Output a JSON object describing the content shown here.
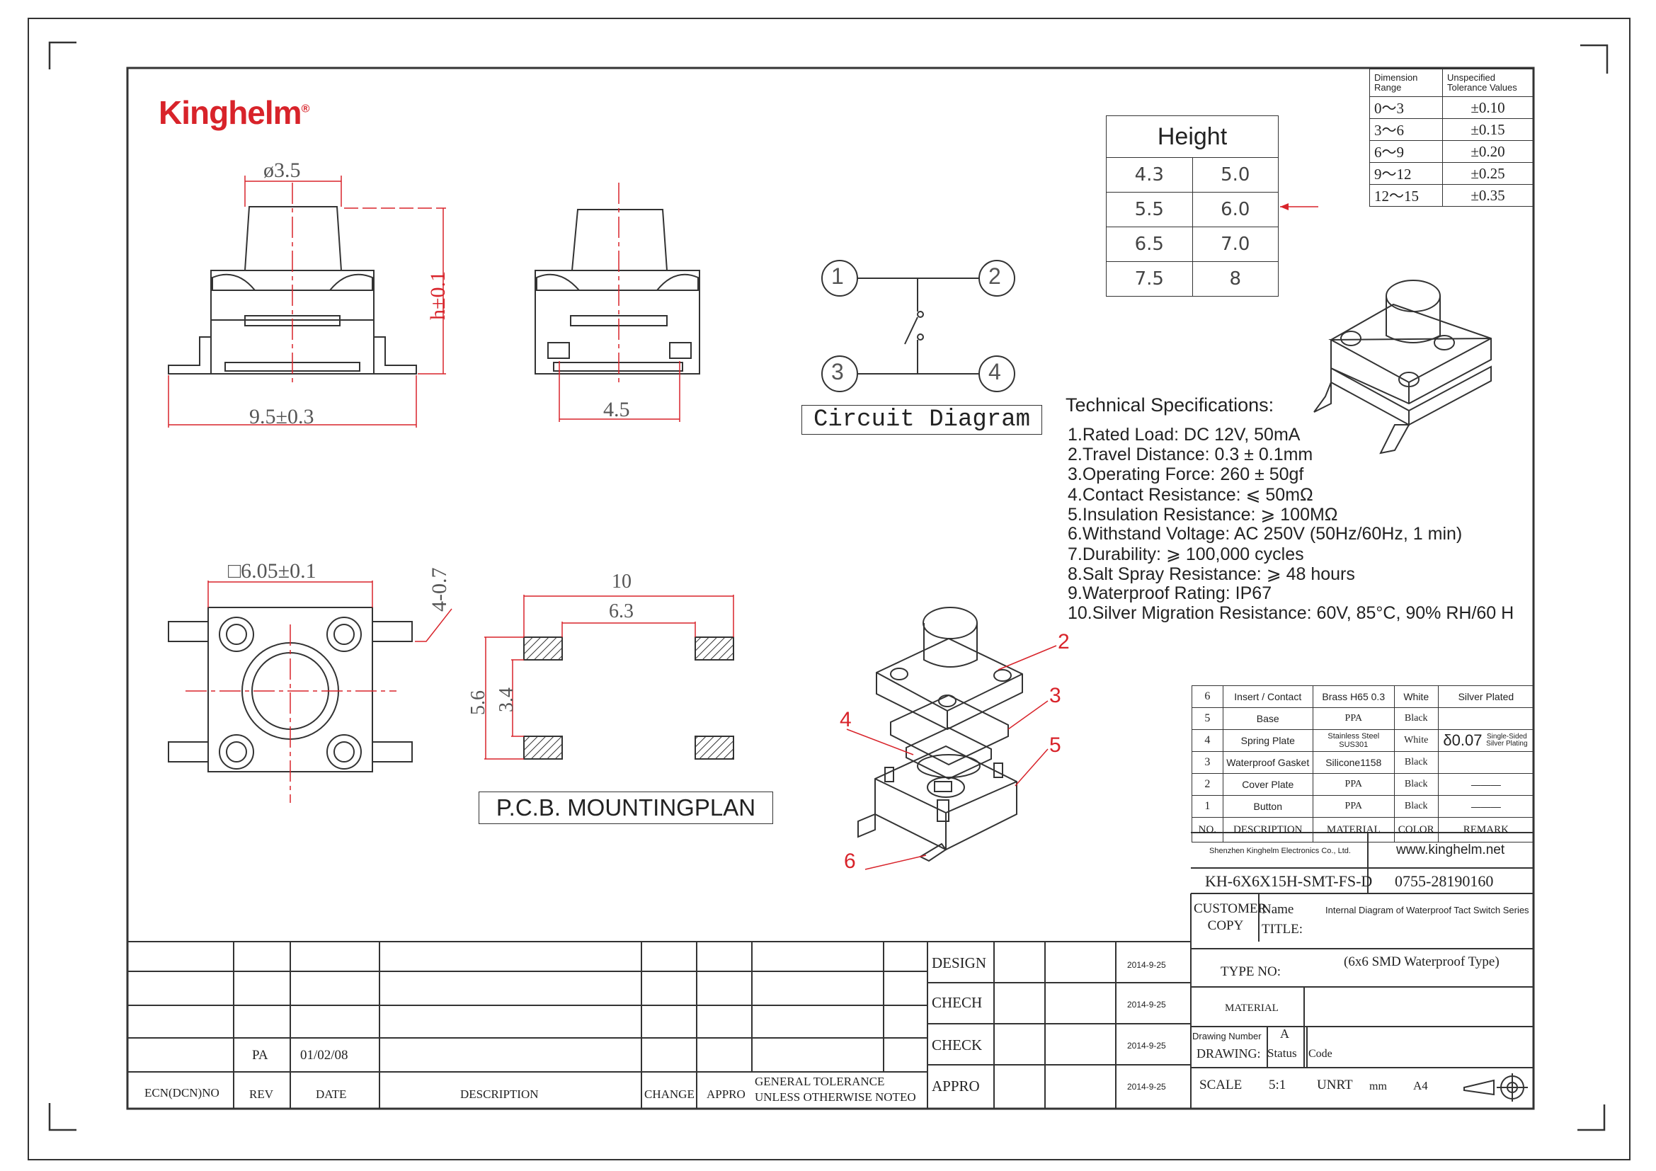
{
  "logo": {
    "name": "Kinghelm",
    "mark": "®"
  },
  "views": {
    "side_front": {
      "dia": "ø3.5",
      "height_dim": "h±0.1",
      "width_dim": "9.5±0.3"
    },
    "side_back": {
      "width_dim": "4.5"
    },
    "top": {
      "square_dim": "□6.05±0.1",
      "hole_dim": "4-0.7"
    }
  },
  "circuit": {
    "pins": [
      "1",
      "2",
      "3",
      "4"
    ],
    "label": "Circuit  Diagram"
  },
  "pcb": {
    "w_outer": "10",
    "w_inner": "6.3",
    "h_outer": "5.6",
    "h_inner": "3.4",
    "label": "P.C.B. MOUNTINGPLAN"
  },
  "height_table": {
    "title": "Height",
    "rows": [
      [
        "4.3",
        "5.0"
      ],
      [
        "5.5",
        "6.0"
      ],
      [
        "6.5",
        "7.0"
      ],
      [
        "7.5",
        "8"
      ]
    ]
  },
  "tolerance_table": {
    "headers": [
      "Dimension Range",
      "Unspecified Tolerance Values"
    ],
    "rows": [
      [
        "0～3",
        "±0.10"
      ],
      [
        "3～6",
        "±0.15"
      ],
      [
        "6～9",
        "±0.20"
      ],
      [
        "9～12",
        "±0.25"
      ],
      [
        "12～15",
        "±0.35"
      ]
    ]
  },
  "specs": {
    "title": "Technical Specifications:",
    "items": [
      "1.Rated Load: DC 12V, 50mA",
      "2.Travel Distance: 0.3 ± 0.1mm",
      "3.Operating Force: 260 ± 50gf",
      "4.Contact Resistance: ⩽ 50mΩ",
      "5.Insulation Resistance: ⩾ 100MΩ",
      "6.Withstand Voltage: AC 250V (50Hz/60Hz, 1 min)",
      "7.Durability: ⩾ 100,000 cycles",
      "8.Salt Spray Resistance: ⩾ 48 hours",
      "9.Waterproof Rating: IP67",
      "10.Silver Migration Resistance: 60V, 85°C, 90% RH/60 H"
    ]
  },
  "exploded_labels": [
    "2",
    "3",
    "4",
    "5",
    "6"
  ],
  "bom": {
    "rows": [
      {
        "no": "6",
        "desc": "Insert / Contact",
        "mat": "Brass H65 0.3",
        "color": "White",
        "remark": "Silver Plated"
      },
      {
        "no": "5",
        "desc": "Base",
        "mat": "PPA",
        "color": "Black",
        "remark": ""
      },
      {
        "no": "4",
        "desc": "Spring Plate",
        "mat": "Stainless Steel SUS301",
        "color": "White",
        "remark": "δ0.07",
        "remark_note": "Single-Sided Silver Plating"
      },
      {
        "no": "3",
        "desc": "Waterproof Gasket",
        "mat": "Silicone1158",
        "color": "Black",
        "remark": ""
      },
      {
        "no": "2",
        "desc": "Cover Plate",
        "mat": "PPA",
        "color": "Black",
        "remark": "———"
      },
      {
        "no": "1",
        "desc": "Button",
        "mat": "PPA",
        "color": "Black",
        "remark": "———"
      }
    ],
    "headers": [
      "NO.",
      "DESCRIPTION",
      "MATERIAL",
      "COLOR",
      "REMARK"
    ]
  },
  "title_block": {
    "company": "Shenzhen Kinghelm Electronics Co., Ltd.",
    "website": "www.kinghelm.net",
    "part_no": "KH-6X6X15H-SMT-FS-D",
    "phone": "0755-28190160",
    "customer_copy": "CUSTOMER COPY",
    "name_label": "Name",
    "title_label": "TITLE:",
    "title_value": "Internal Diagram of Waterproof Tact Switch Series",
    "type_label": "TYPE  NO:",
    "type_value": "(6x6 SMD Waterproof Type)",
    "material_label": "MATERIAL",
    "drawing_number_label": "Drawing Number",
    "drawing_label": "DRAWING:",
    "status_label": "Status",
    "status_value": "A",
    "code_label": "Code",
    "scale_label": "SCALE",
    "scale_value": "5:1",
    "unit_label": "UNRT",
    "unit_value": "mm",
    "size_value": "A4",
    "roles": [
      "DESIGN",
      "CHECH",
      "CHECK",
      "APPRO"
    ],
    "dates": [
      "2014-9-25",
      "2014-9-25",
      "2014-9-25",
      "2014-9-25"
    ]
  },
  "revision_block": {
    "rev_value": "PA",
    "date_value": "01/02/08",
    "headers": [
      "ECN(DCN)NO",
      "REV",
      "DATE",
      "DESCRIPTION",
      "CHANGE",
      "APPRO"
    ],
    "general_tolerance": "GENERAL TOLERANCE",
    "unless": "UNLESS OTHERWISE NOTEO"
  },
  "colors": {
    "dim": "#d8232a",
    "line": "#333333",
    "logo": "#d8232a"
  }
}
